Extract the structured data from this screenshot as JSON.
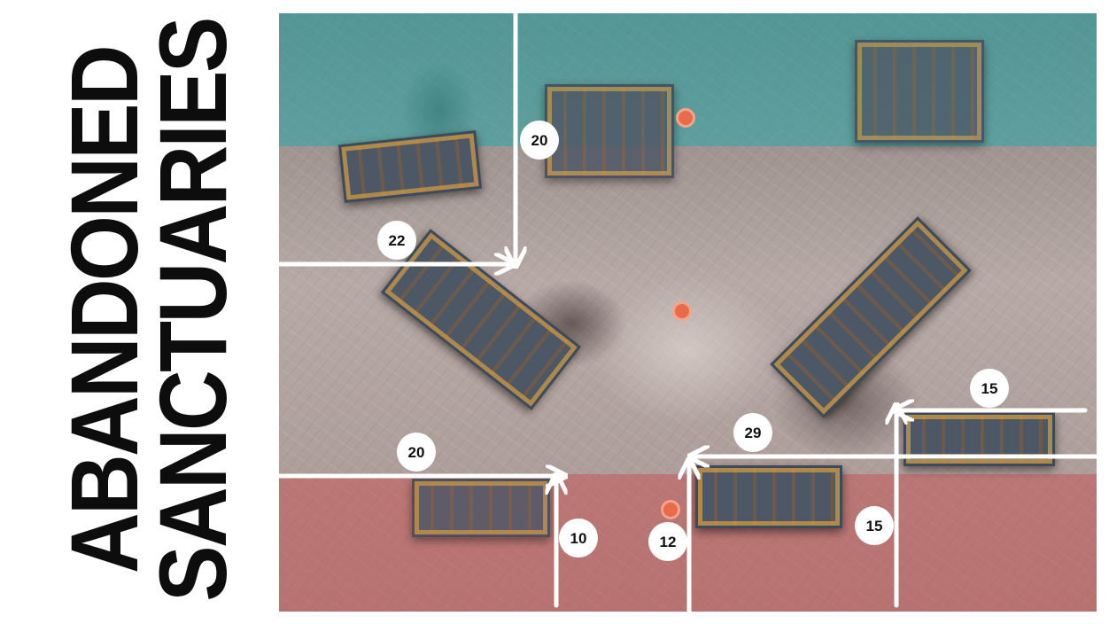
{
  "title": {
    "line1": "ABANDONED",
    "line2": "SANCTUARIES"
  },
  "zones": {
    "top_color": "#28aaaa",
    "bottom_color": "#c85050"
  },
  "measurements": [
    "20",
    "22",
    "15",
    "29",
    "20",
    "10",
    "12",
    "15"
  ],
  "colors": {
    "arrow": "#ffffff",
    "objective": "#e86b4a"
  }
}
